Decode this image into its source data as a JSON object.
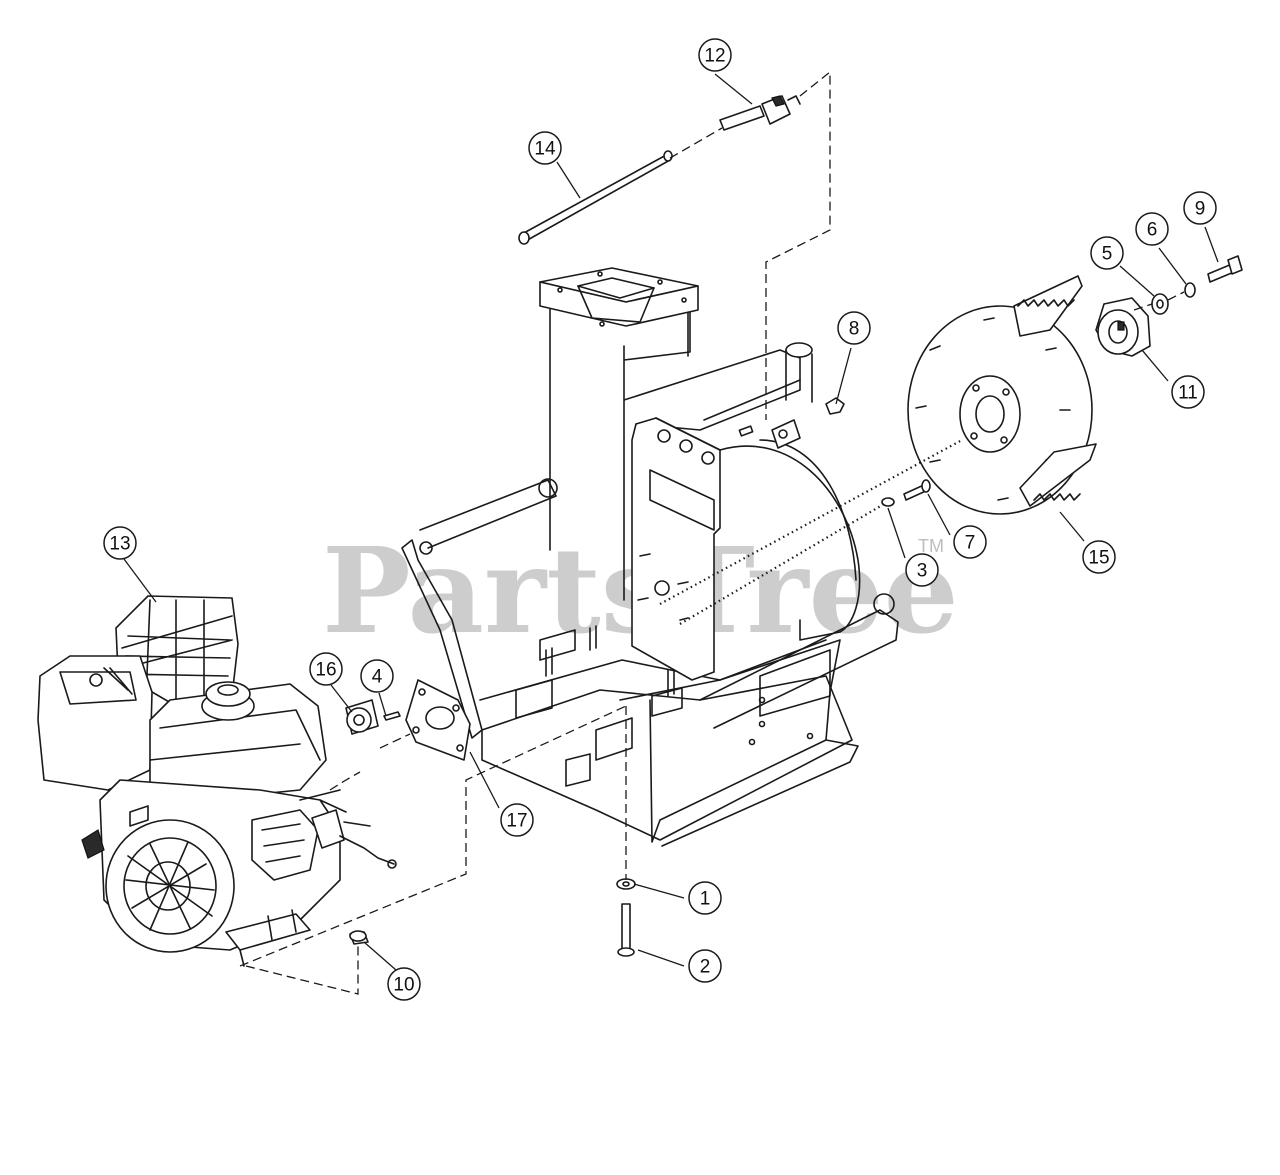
{
  "watermark": {
    "text": "PartsTree",
    "trademark": "TM"
  },
  "callouts": [
    {
      "label": "1"
    },
    {
      "label": "2"
    },
    {
      "label": "3"
    },
    {
      "label": "4"
    },
    {
      "label": "5"
    },
    {
      "label": "6"
    },
    {
      "label": "7"
    },
    {
      "label": "8"
    },
    {
      "label": "9"
    },
    {
      "label": "10"
    },
    {
      "label": "11"
    },
    {
      "label": "12"
    },
    {
      "label": "13"
    },
    {
      "label": "14"
    },
    {
      "label": "15"
    },
    {
      "label": "16"
    },
    {
      "label": "17"
    }
  ]
}
